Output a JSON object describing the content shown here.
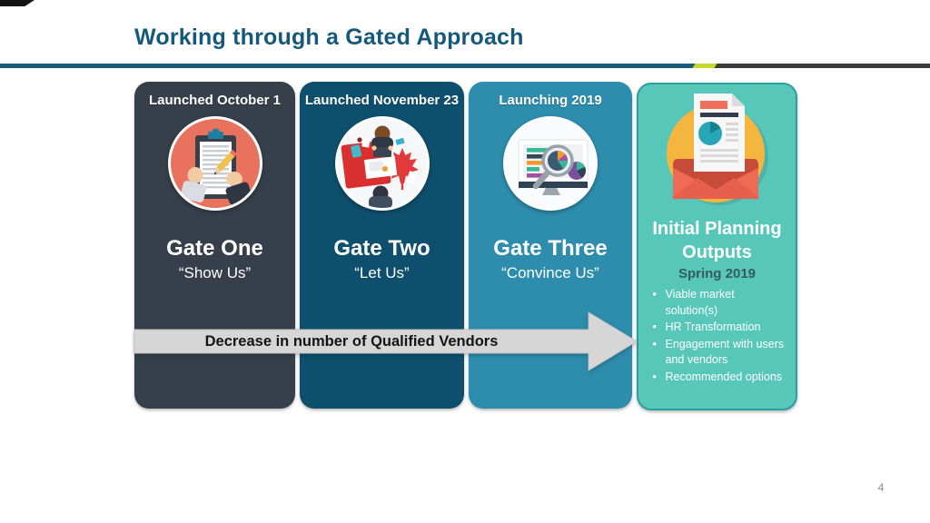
{
  "slide": {
    "title": "Working through a Gated Approach",
    "page_number": "4"
  },
  "arrow": {
    "label": "Decrease in number of Qualified Vendors",
    "fill": "#D6D6D6"
  },
  "cards": [
    {
      "header": "Launched October 1",
      "title": "Gate One",
      "subtitle": "“Show Us”",
      "icon": "clipboard-checklist-icon",
      "bg": "#363F4A"
    },
    {
      "header": "Launched November 23",
      "title": "Gate Two",
      "subtitle": "“Let Us”",
      "icon": "team-collaboration-canada-icon",
      "bg": "#0E4F6E"
    },
    {
      "header": "Launching 2019",
      "title": "Gate Three",
      "subtitle": "“Convince Us”",
      "icon": "data-analysis-magnifier-icon",
      "bg": "#2E8CAD"
    },
    {
      "title": "Initial Planning Outputs",
      "subtitle": "Spring 2019",
      "icon": "report-envelope-icon",
      "bg": "#57C7BA",
      "border": "#2E9FA3",
      "bullets": [
        "Viable market solution(s)",
        "HR Transformation",
        "Engagement with users and vendors",
        "Recommended options"
      ]
    }
  ],
  "colors": {
    "title_text": "#14597C",
    "divider_teal": "#195C79",
    "divider_yellow": "#C6D930",
    "divider_dark": "#3B3B3B",
    "season_text": "#335A66"
  }
}
